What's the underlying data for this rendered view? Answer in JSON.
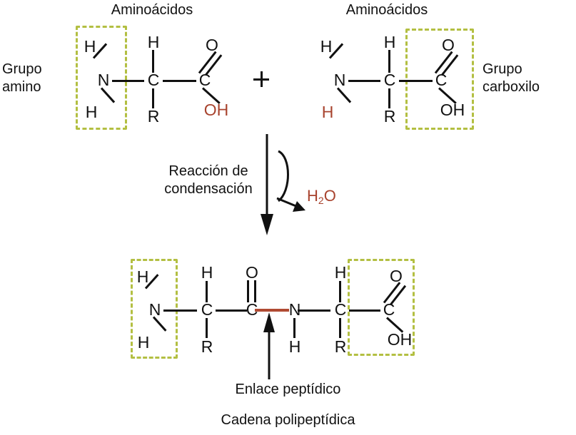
{
  "diagram": {
    "title_left": "Aminoácidos",
    "title_right": "Aminoácidos",
    "label_amino_group": "Grupo\namino",
    "label_carboxyl_group": "Grupo\ncarboxilo",
    "reaction_label": "Reacción de\ncondensación",
    "water_H": "H",
    "water_sub": "2",
    "water_O": "O",
    "peptide_bond_label": "Enlace peptídico",
    "chain_label": "Cadena polipeptídica",
    "plus_sign": "+"
  },
  "colors": {
    "dashed_box": "#b3bf42",
    "highlight_red": "#a8432e",
    "peptide_bond_red": "#b04a32",
    "atom_black": "#111111",
    "background": "#ffffff"
  },
  "amino_acid_left": {
    "atoms": {
      "H_top_amine": "H",
      "H_bottom_amine": "H",
      "N": "N",
      "H_alpha": "H",
      "C_alpha": "C",
      "R": "R",
      "C_carboxyl": "C",
      "O_double": "O",
      "OH": "OH"
    }
  },
  "amino_acid_right": {
    "atoms": {
      "H_top_amine": "H",
      "H_bottom_amine": "H",
      "N": "N",
      "H_alpha": "H",
      "C_alpha": "C",
      "R": "R",
      "C_carboxyl": "C",
      "O_double": "O",
      "OH": "OH"
    }
  },
  "polypeptide": {
    "atoms": {
      "H_top_amine": "H",
      "H_bottom_amine": "H",
      "N_terminal": "N",
      "H_alpha_1": "H",
      "C_alpha_1": "C",
      "R_1": "R",
      "C_carbonyl": "C",
      "O_double_1": "O",
      "N_amide": "N",
      "H_amide": "H",
      "H_alpha_2": "H",
      "C_alpha_2": "C",
      "R_2": "R",
      "C_carboxyl": "C",
      "O_double_2": "O",
      "OH": "OH"
    }
  }
}
